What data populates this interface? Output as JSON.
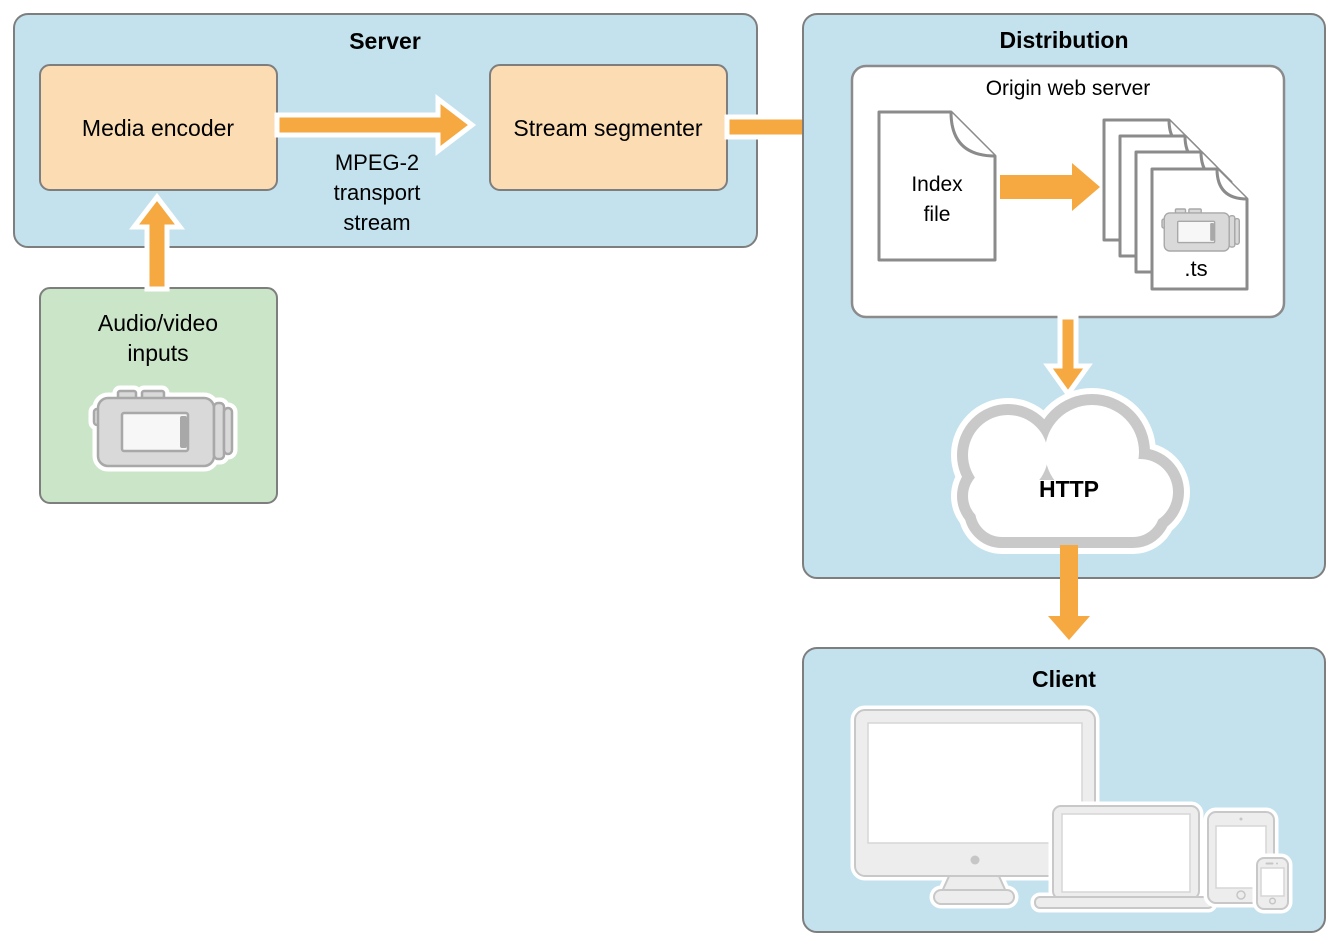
{
  "colors": {
    "panel-blue": "#C3E2ED",
    "panel-green": "#CBE5C8",
    "node-orange": "#FBDCB3",
    "arrow-orange": "#F6A841",
    "panel-border": "#7E7E7E",
    "icon-gray": "#8B8B8B",
    "cloud-gray": "#C9C9C9",
    "device-gray": "#C8C8C8",
    "device-fill": "#EDEDED"
  },
  "server": {
    "title": "Server",
    "media_encoder": "Media encoder",
    "stream_segmenter": "Stream segmenter",
    "stream_label": {
      "line1": "MPEG-2",
      "line2": "transport",
      "line3": "stream"
    }
  },
  "inputs": {
    "line1": "Audio/video",
    "line2": "inputs"
  },
  "distribution": {
    "title": "Distribution",
    "origin_server": "Origin web server",
    "index_file": {
      "line1": "Index",
      "line2": "file"
    },
    "segment_extension": ".ts",
    "protocol": "HTTP"
  },
  "client": {
    "title": "Client"
  }
}
